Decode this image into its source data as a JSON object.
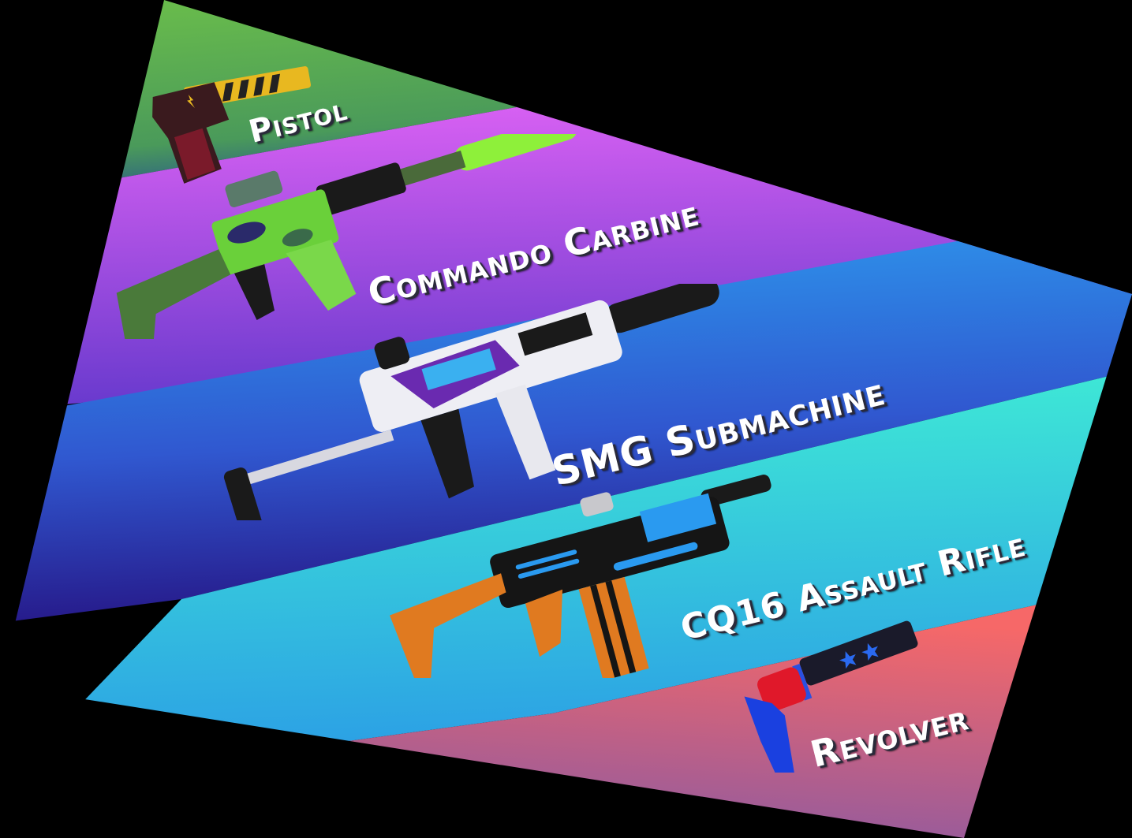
{
  "weapons": [
    {
      "name": "Pistol",
      "band_color_top": "#6cbf4a",
      "band_color_bottom": "#2a6a7a"
    },
    {
      "name": "Commando Carbine",
      "band_color_top": "#d964f2",
      "band_color_bottom": "#6a3ad0"
    },
    {
      "name": "SMG Submachine",
      "band_color_top": "#2b9ef0",
      "band_color_bottom": "#2a1a90"
    },
    {
      "name": "CQ16 Assault Rifle",
      "band_color_top": "#3ef0d8",
      "band_color_bottom": "#2aa8e8"
    },
    {
      "name": "Revolver",
      "band_color_top": "#f56a6a",
      "band_color_bottom": "#8a5aa8"
    }
  ]
}
